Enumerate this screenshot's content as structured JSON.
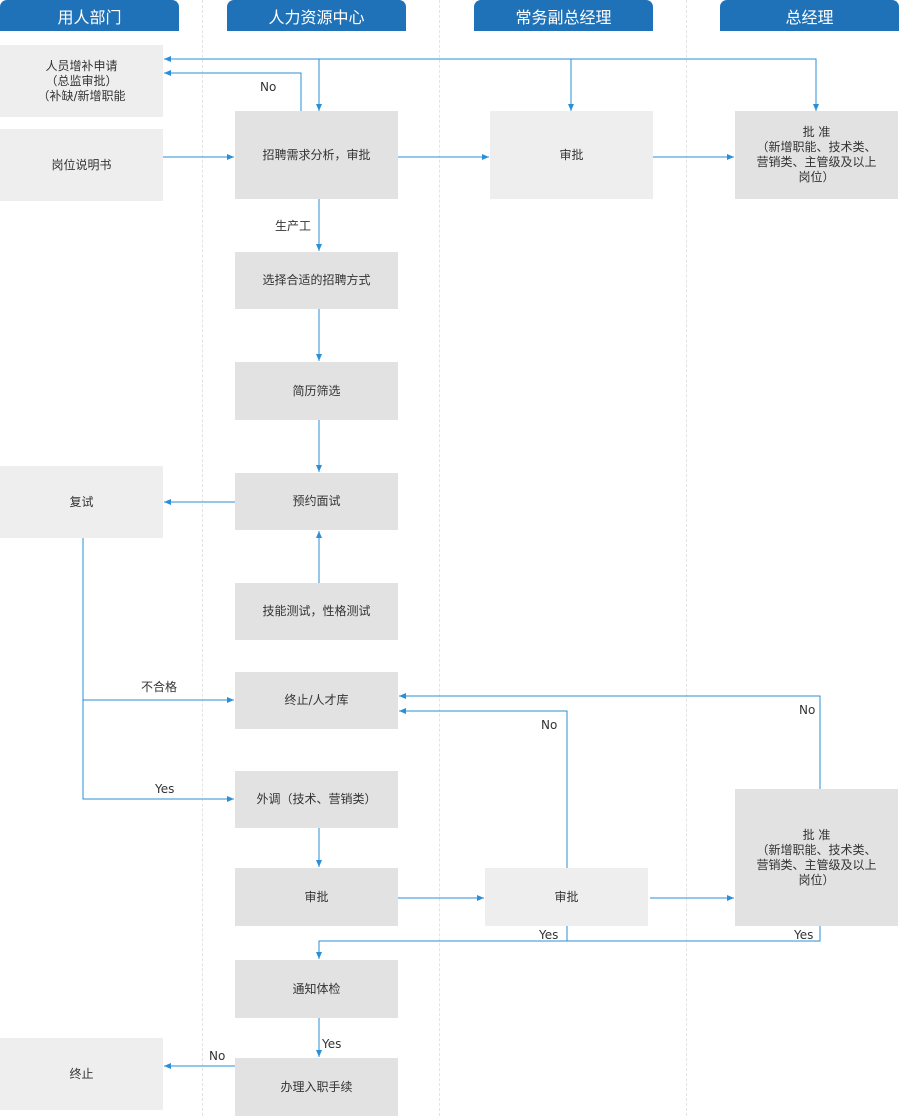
{
  "lanes": [
    "用人部门",
    "人力资源中心",
    "常务副总经理",
    "总经理"
  ],
  "nodes": {
    "apply": "人员增补申请\n（总监审批）\n（补缺/新增职能",
    "jobdesc": "岗位说明书",
    "analysis": "招聘需求分析，审批",
    "vp_approve1": "审批",
    "gm_approve1": "批 准\n（新增职能、技术类、\n营销类、主管级及以上\n岗位）",
    "method": "选择合适的招聘方式",
    "screen": "简历筛选",
    "schedule": "预约面试",
    "reinterview": "复试",
    "tests": "技能测试，性格测试",
    "terminate_pool": "终止/人才库",
    "background": "外调（技术、营销类）",
    "hr_approve2": "审批",
    "vp_approve2": "审批",
    "gm_approve2": "批 准\n（新增职能、技术类、\n营销类、主管级及以上\n岗位）",
    "medical": "通知体检",
    "onboard": "办理入职手续",
    "terminate": "终止"
  },
  "edge_labels": {
    "no_top": "No",
    "worker": "生产工",
    "fail": "不合格",
    "yes_bg": "Yes",
    "no_vp": "No",
    "no_gm": "No",
    "yes_vp": "Yes",
    "yes_gm": "Yes",
    "yes_onboard": "Yes",
    "no_onboard": "No"
  },
  "colors": {
    "header": "#1f72b8",
    "arrow": "#2a8fd6",
    "box_light": "#eeeeee",
    "box_mid": "#e2e2e2"
  }
}
